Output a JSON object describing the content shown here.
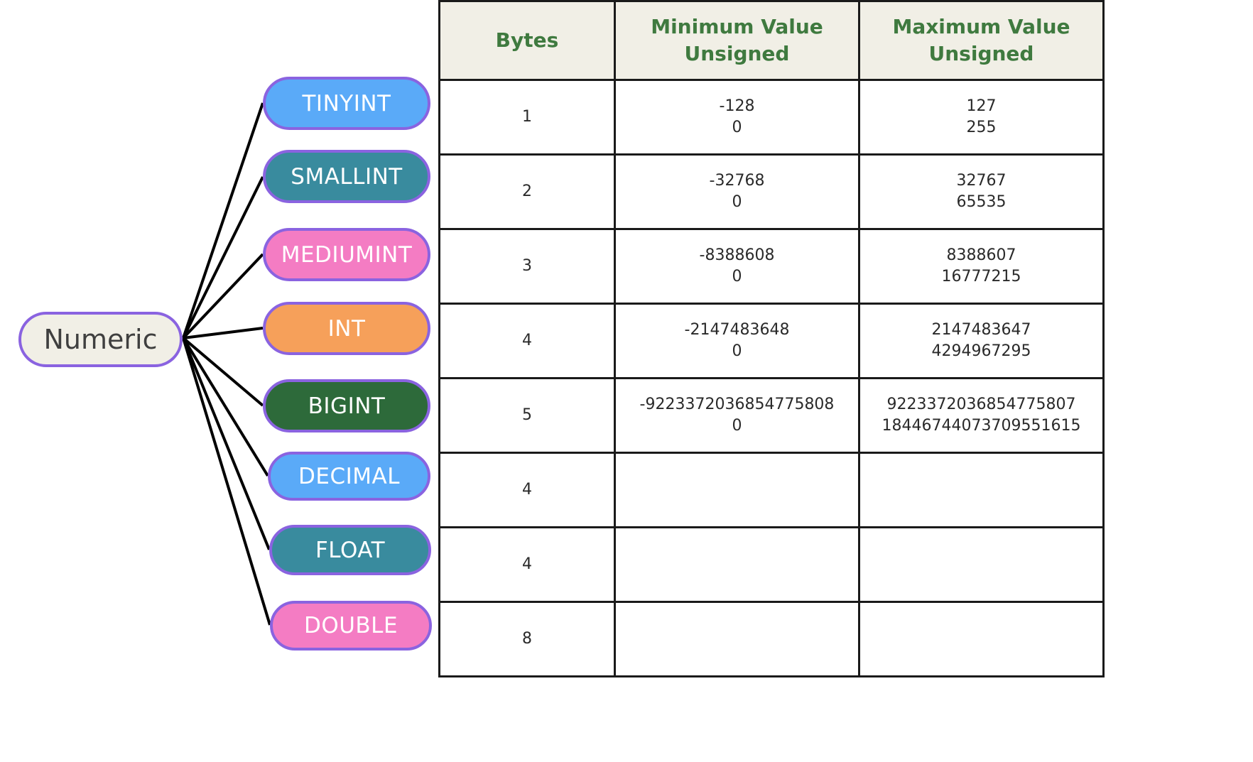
{
  "root": {
    "label": "Numeric"
  },
  "types": [
    {
      "label": "TINYINT",
      "color": "#5aaaf8"
    },
    {
      "label": "SMALLINT",
      "color": "#398b9e"
    },
    {
      "label": "MEDIUMINT",
      "color": "#f47cc3"
    },
    {
      "label": "INT",
      "color": "#f6a05a"
    },
    {
      "label": "BIGINT",
      "color": "#2d6a3a"
    },
    {
      "label": "DECIMAL",
      "color": "#5aaaf8"
    },
    {
      "label": "FLOAT",
      "color": "#398b9e"
    },
    {
      "label": "DOUBLE",
      "color": "#f47cc3"
    }
  ],
  "table": {
    "headers": {
      "bytes": "Bytes",
      "min_line1": "Minimum Value",
      "min_line2": "Unsigned",
      "max_line1": "Maximum Value",
      "max_line2": "Unsigned"
    },
    "rows": [
      {
        "bytes": "1",
        "min_signed": "-128",
        "min_unsigned": "0",
        "max_signed": "127",
        "max_unsigned": "255"
      },
      {
        "bytes": "2",
        "min_signed": "-32768",
        "min_unsigned": "0",
        "max_signed": "32767",
        "max_unsigned": "65535"
      },
      {
        "bytes": "3",
        "min_signed": "-8388608",
        "min_unsigned": "0",
        "max_signed": "8388607",
        "max_unsigned": "16777215"
      },
      {
        "bytes": "4",
        "min_signed": "-2147483648",
        "min_unsigned": "0",
        "max_signed": "2147483647",
        "max_unsigned": "4294967295"
      },
      {
        "bytes": "5",
        "min_signed": "-9223372036854775808",
        "min_unsigned": "0",
        "max_signed": "9223372036854775807",
        "max_unsigned": "18446744073709551615"
      },
      {
        "bytes": "4",
        "min_signed": "",
        "min_unsigned": "",
        "max_signed": "",
        "max_unsigned": ""
      },
      {
        "bytes": "4",
        "min_signed": "",
        "min_unsigned": "",
        "max_signed": "",
        "max_unsigned": ""
      },
      {
        "bytes": "8",
        "min_signed": "",
        "min_unsigned": "",
        "max_signed": "",
        "max_unsigned": ""
      }
    ]
  }
}
